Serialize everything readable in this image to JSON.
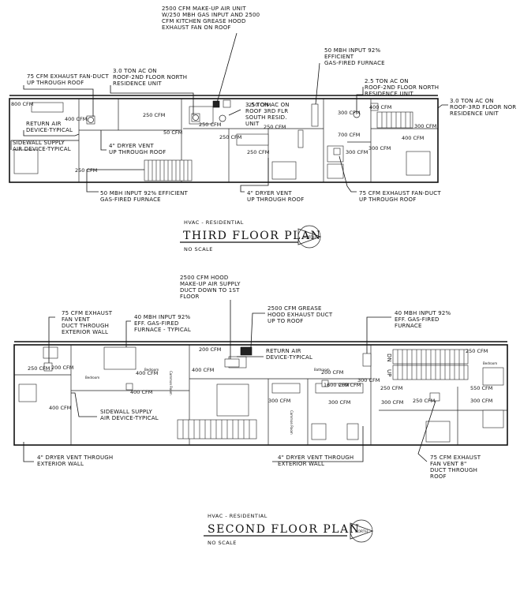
{
  "third_floor": {
    "title": "THIRD FLOOR PLAN",
    "category": "HVAC - RESIDENTIAL",
    "scale_note": "NO SCALE",
    "north_label": "NORTH",
    "notes": {
      "makeup_air": [
        "2500 CFM MAKE-UP AIR UNIT",
        "W/250 MBH GAS INPUT AND 2500",
        "CFM KITCHEN GREASE HOOD",
        "EXHAUST FAN ON ROOF"
      ],
      "furnace_top": [
        "50 MBH INPUT 92%",
        "EFFICIENT",
        "GAS-FIRED FURNACE"
      ],
      "exhaust_top": [
        "75 CFM EXHAUST FAN-DUCT",
        "UP THROUGH ROOF"
      ],
      "ac_3ton_north": [
        "3.0 TON AC ON",
        "ROOF-2ND FLOOR NORTH",
        "RESIDENCE UNIT"
      ],
      "ac_25ton": [
        "2.5 TON AC ON",
        "ROOF-2ND FLOOR NORTH",
        "RESIDENCE UNIT"
      ],
      "ac_3ton_right": [
        "3.0 TON AC ON",
        "ROOF-3RD FLOOR NOR",
        "RESIDENCE UNIT"
      ],
      "ac_35ton": [
        "3.5 TON AC ON",
        "ROOF 3RD FLR",
        "SOUTH RESID.",
        "UNIT"
      ],
      "return_air": [
        "RETURN AIR",
        "DEVICE-TYPICAL"
      ],
      "sidewall_supply": [
        "SIDEWALL SUPPLY",
        "AIR DEVICE-TYPICAL"
      ],
      "dryer_left": [
        "4\" DRYER VENT",
        "UP THROUGH ROOF"
      ],
      "furnace_bottom": [
        "50 MBH INPUT 92% EFFICIENT",
        "GAS-FIRED FURNACE"
      ],
      "dryer_bottom": [
        "4\" DRYER VENT",
        "UP THROUGH ROOF"
      ],
      "exhaust_bottom": [
        "75 CFM EXHAUST FAN-DUCT",
        "UP THROUGH ROOF"
      ]
    },
    "cfm_labels": [
      "800 CFM",
      "400 CFM",
      "250 CFM",
      "50 CFM",
      "250 CFM",
      "250 CFM",
      "250 CFM",
      "250 CFM",
      "250 CFM",
      "700 CFM",
      "300 CFM",
      "300 CFM",
      "400 CFM",
      "300 CFM",
      "400 CFM",
      "300 CFM",
      "250 CFM"
    ]
  },
  "second_floor": {
    "title": "SECOND FLOOR PLAN",
    "category": "HVAC - RESIDENTIAL",
    "scale_note": "NO SCALE",
    "north_label": "NORTH",
    "notes": {
      "hood_makeup": [
        "2500 CFM HOOD",
        "MAKE-UP AIR SUPPLY",
        "DUCT DOWN TO 1ST",
        "FLOOR"
      ],
      "exhaust_left": [
        "75 CFM EXHAUST",
        "FAN VENT",
        "DUCT THROUGH",
        "EXTERIOR WALL"
      ],
      "furnace_left": [
        "40 MBH INPUT 92%",
        "EFF. GAS-FIRED",
        "FURNACE - TYPICAL"
      ],
      "grease_hood": [
        "2500 CFM GREASE",
        "HOOD EXHAUST DUCT",
        "UP TO ROOF"
      ],
      "furnace_right": [
        "40 MBH INPUT 92%",
        "EFF. GAS-FIRED",
        "FURNACE"
      ],
      "return_air": [
        "RETURN AIR",
        "DEVICE-TYPICAL"
      ],
      "sidewall_supply": [
        "SIDEWALL SUPPLY",
        "AIR DEVICE-TYPICAL"
      ],
      "dryer_left": [
        "4\" DRYER VENT THROUGH",
        "EXTERIOR WALL"
      ],
      "dryer_mid": [
        "4\" DRYER VENT THROUGH",
        "EXTERIOR WALL"
      ],
      "exhaust_right": [
        "75 CFM EXHAUST",
        "FAN VENT 8\"",
        "DUCT THROUGH",
        "ROOF"
      ],
      "stair_dn": "DN",
      "stair_up": "UP"
    },
    "cfm_labels": [
      "250 CFM",
      "200 CFM",
      "400 CFM",
      "400 CFM",
      "400 CFM",
      "200 CFM",
      "400 CFM",
      "200 CFM",
      "200 CFM",
      "250 CFM",
      "550 CFM",
      "250 CFM",
      "300 CFM",
      "300 CFM",
      "300 CFM",
      "250 CFM",
      "300 CFM",
      "300 CFM",
      "1600 CFM"
    ],
    "rooms": [
      "Bedroom",
      "Common Room",
      "Bedroom",
      "Common Room",
      "Bathroom",
      "Bedroom"
    ]
  }
}
